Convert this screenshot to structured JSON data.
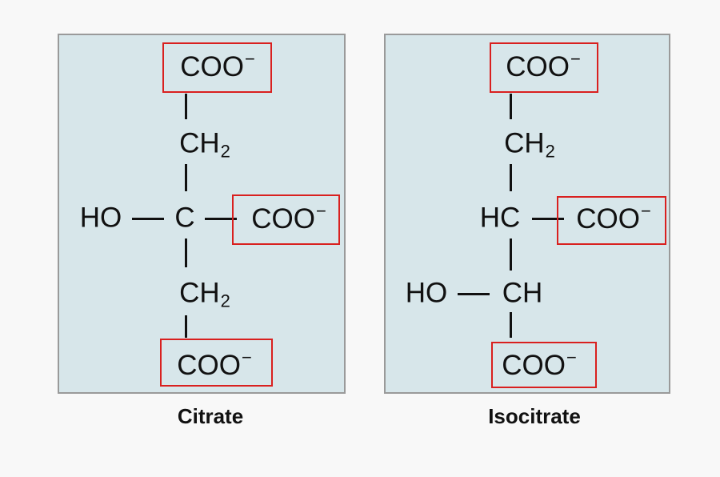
{
  "colors": {
    "panel_bg": "#d7e6ea",
    "panel_border": "#9a9a9a",
    "highlight_box": "#d9201f",
    "text": "#111111"
  },
  "citrate": {
    "caption": "Citrate",
    "top_group": "COO",
    "upper_ch2": "CH",
    "central_left": "HO",
    "central_atom": "C",
    "side_group": "COO",
    "lower_ch2": "CH",
    "bottom_group": "COO"
  },
  "isocitrate": {
    "caption": "Isocitrate",
    "top_group": "COO",
    "upper_ch2": "CH",
    "hc_atom": "HC",
    "side_group": "COO",
    "lower_left": "HO",
    "ch_atom": "CH",
    "bottom_group": "COO"
  },
  "notation": {
    "charge": "−",
    "subscript_2": "2"
  }
}
